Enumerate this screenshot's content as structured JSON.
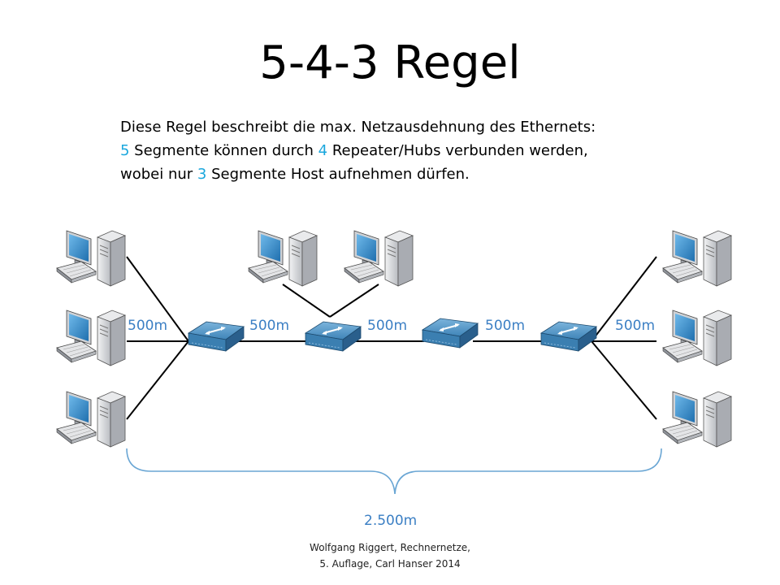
{
  "title": "5-4-3 Regel",
  "description": {
    "line1": "Diese Regel beschreibt die max. Netzausdehnung des Ethernets:",
    "line2": {
      "n1": "5",
      "t1": " Segmente können durch ",
      "n2": "4",
      "t2": " Repeater/Hubs verbunden werden,"
    },
    "line3": {
      "t1": "wobei nur ",
      "n1": "3",
      "t2": " Segmente Host aufnehmen dürfen."
    }
  },
  "segments": [
    {
      "label": "500m"
    },
    {
      "label": "500m"
    },
    {
      "label": "500m"
    },
    {
      "label": "500m"
    },
    {
      "label": "500m"
    }
  ],
  "total_length": "2.500m",
  "credit": {
    "line1": "Wolfgang Riggert, Rechnernetze,",
    "line2": "5. Auflage, Carl Hanser 2014"
  },
  "colors": {
    "highlight": "#1aa7dd",
    "label": "#3b7fc4",
    "hub_top": "#5a9bc7",
    "hub_side": "#2f6e9e",
    "monitor_screen": "#2d88c9",
    "pc_body": "#d9dadd"
  },
  "icons": {
    "hub": "hub-icon",
    "computer": "computer-icon"
  }
}
